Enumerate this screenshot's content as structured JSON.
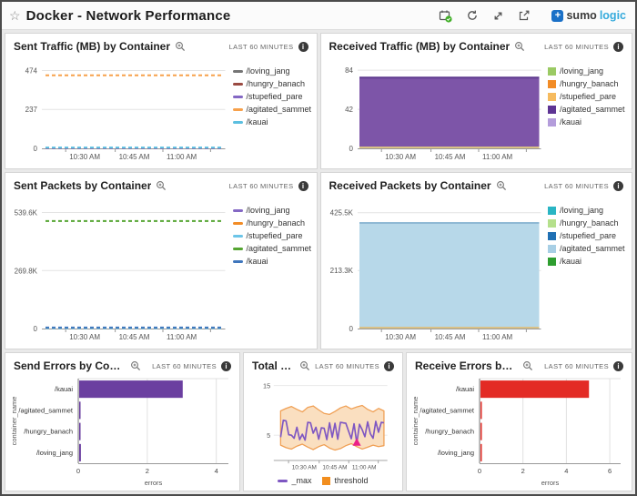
{
  "header": {
    "title": "Docker - Network Performance",
    "logo": {
      "brand_dark": "sumo",
      "brand_light": "logic"
    }
  },
  "panels": {
    "sent_traffic": {
      "title": "Sent Traffic (MB) by Container",
      "time_range": "LAST 60 MINUTES",
      "chart_data": {
        "type": "line",
        "x_ticks": [
          "10:30 AM",
          "10:45 AM",
          "11:00 AM"
        ],
        "y_ticks": [
          {
            "v": 0,
            "label": "0"
          },
          {
            "v": 237,
            "label": "237"
          },
          {
            "v": 474,
            "label": "474"
          }
        ],
        "ylim": [
          0,
          510
        ],
        "series": [
          {
            "name": "/loving_jang",
            "color": "#757575",
            "value": 2
          },
          {
            "name": "/hungry_banach",
            "color": "#9a4a42",
            "value": 2
          },
          {
            "name": "/stupefied_pare",
            "color": "#8468c4",
            "value": 2
          },
          {
            "name": "/agitated_sammet",
            "color": "#f7a14b",
            "value": 445
          },
          {
            "name": "/kauai",
            "color": "#5cbfe0",
            "value": 5
          }
        ]
      }
    },
    "received_traffic": {
      "title": "Received Traffic (MB) by Container",
      "time_range": "LAST 60 MINUTES",
      "chart_data": {
        "type": "area",
        "x_ticks": [
          "10:30 AM",
          "10:45 AM",
          "11:00 AM"
        ],
        "y_ticks": [
          {
            "v": 0,
            "label": "0"
          },
          {
            "v": 42,
            "label": "42"
          },
          {
            "v": 84,
            "label": "84"
          }
        ],
        "ylim": [
          0,
          90
        ],
        "total_value": 76,
        "area_color": "#7d55a8",
        "top_edge_color": "#5f3a8e",
        "baseline_strip_color": "#d9c187",
        "series": [
          {
            "name": "/loving_jang",
            "color": "#9bca64"
          },
          {
            "name": "/hungry_banach",
            "color": "#f28c26"
          },
          {
            "name": "/stupefied_pare",
            "color": "#f6bb5f"
          },
          {
            "name": "/agitated_sammet",
            "color": "#5e3494"
          },
          {
            "name": "/kauai",
            "color": "#b49ddb"
          }
        ]
      }
    },
    "sent_packets": {
      "title": "Sent Packets by Container",
      "time_range": "LAST 60 MINUTES",
      "chart_data": {
        "type": "line",
        "x_ticks": [
          "10:30 AM",
          "10:45 AM",
          "11:00 AM"
        ],
        "y_ticks": [
          {
            "v": 0,
            "label": "0"
          },
          {
            "v": 269800,
            "label": "269.8K"
          },
          {
            "v": 539600,
            "label": "539.6K"
          }
        ],
        "ylim": [
          0,
          580000
        ],
        "series": [
          {
            "name": "/loving_jang",
            "color": "#8468c4",
            "value": 2000
          },
          {
            "name": "/hungry_banach",
            "color": "#f28c26",
            "value": 2000
          },
          {
            "name": "/stupefied_pare",
            "color": "#6cc5e8",
            "value": 2000
          },
          {
            "name": "/agitated_sammet",
            "color": "#55a532",
            "value": 500000
          },
          {
            "name": "/kauai",
            "color": "#3f76bc",
            "value": 5000
          }
        ]
      }
    },
    "received_packets": {
      "title": "Received Packets by Container",
      "time_range": "LAST 60 MINUTES",
      "chart_data": {
        "type": "area",
        "x_ticks": [
          "10:30 AM",
          "10:45 AM",
          "11:00 AM"
        ],
        "y_ticks": [
          {
            "v": 0,
            "label": "0"
          },
          {
            "v": 213300,
            "label": "213.3K"
          },
          {
            "v": 425500,
            "label": "425.5K"
          }
        ],
        "ylim": [
          0,
          458000
        ],
        "total_value": 388000,
        "area_color": "#b7d8e9",
        "top_edge_color": "#8fb9d4",
        "baseline_strip_color": "#d9c187",
        "series": [
          {
            "name": "/loving_jang",
            "color": "#2ab5c4"
          },
          {
            "name": "/hungry_banach",
            "color": "#b5e08c"
          },
          {
            "name": "/stupefied_pare",
            "color": "#2070b4"
          },
          {
            "name": "/agitated_sammet",
            "color": "#a8cfe5"
          },
          {
            "name": "/kauai",
            "color": "#2e9e30"
          }
        ]
      }
    },
    "send_errors": {
      "title": "Send Errors by Container",
      "time_range": "LAST 60 MINUTES",
      "chart_data": {
        "type": "hbar",
        "categories": [
          "/kauai",
          "/agitated_sammet",
          "/hungry_banach",
          "/loving_jang"
        ],
        "values": [
          3,
          0.04,
          0.04,
          0.05
        ],
        "bar_color": "#6b3fa0",
        "x_ticks": [
          0,
          2,
          4
        ],
        "xlim": [
          0,
          4.35
        ],
        "xlabel": "errors",
        "ylabel": "container_name"
      }
    },
    "total_network_errors": {
      "title": "Total Network Err...",
      "time_range": "LAST 60 MINUTES",
      "chart_data": {
        "type": "band-line",
        "x_ticks": [
          "10:30 AM",
          "10:45 AM",
          "11:00 AM"
        ],
        "y_ticks": [
          {
            "v": 5,
            "label": "5"
          },
          {
            "v": 15,
            "label": "15"
          }
        ],
        "ylim": [
          0,
          16.5
        ],
        "max_series_name": "_max",
        "max_color": "#7e57c2",
        "max_values": [
          4.6,
          8.0,
          7.9,
          5.1,
          5.0,
          4.4,
          6.6,
          4.1,
          5.2,
          4.0,
          7.6,
          7.5,
          5.4,
          6.6,
          4.2,
          6.5,
          6.4,
          4.1,
          7.5,
          4.6,
          7.4,
          4.2,
          7.6,
          7.5,
          7.4,
          5.8,
          4.3,
          7.3,
          3.4,
          7.2,
          6.1,
          4.7,
          7.7,
          5.3,
          4.4,
          7.8,
          5.6,
          7.6,
          7.5
        ],
        "threshold_high": [
          9.9,
          10.4,
          10.8,
          10.2,
          9.7,
          10.6,
          10.9,
          10.1,
          9.4,
          9.2,
          9.8,
          10.5,
          10.9,
          10.3,
          10.7,
          11.0,
          10.2,
          9.7,
          10.4,
          9.9
        ],
        "threshold_low": [
          3.0,
          2.5,
          2.2,
          2.8,
          3.2,
          2.6,
          2.1,
          2.7,
          3.1,
          2.4,
          2.0,
          2.3,
          2.9,
          3.3,
          2.7,
          2.2,
          2.6,
          3.0,
          2.7,
          2.9
        ],
        "threshold_fill": "#fadfc0",
        "threshold_stroke": "#f0a055",
        "anomaly": {
          "frac": 0.737,
          "value": 3.4,
          "color": "#eb2188"
        },
        "legend": [
          {
            "label": "_max",
            "marker": "line",
            "color": "#7e57c2"
          },
          {
            "label": "threshold",
            "marker": "square",
            "color": "#f28e1e"
          }
        ]
      }
    },
    "receive_errors": {
      "title": "Receive Errors by Container",
      "time_range": "LAST 60 MINUTES",
      "chart_data": {
        "type": "hbar",
        "categories": [
          "/kauai",
          "/agitated_sammet",
          "/hungry_banach",
          "/loving_jang"
        ],
        "values": [
          5,
          0.05,
          0.06,
          0.06
        ],
        "bar_color": "#e32b25",
        "x_ticks": [
          0,
          2,
          4,
          6
        ],
        "xlim": [
          0,
          6.5
        ],
        "xlabel": "errors",
        "ylabel": "container_name"
      }
    }
  }
}
